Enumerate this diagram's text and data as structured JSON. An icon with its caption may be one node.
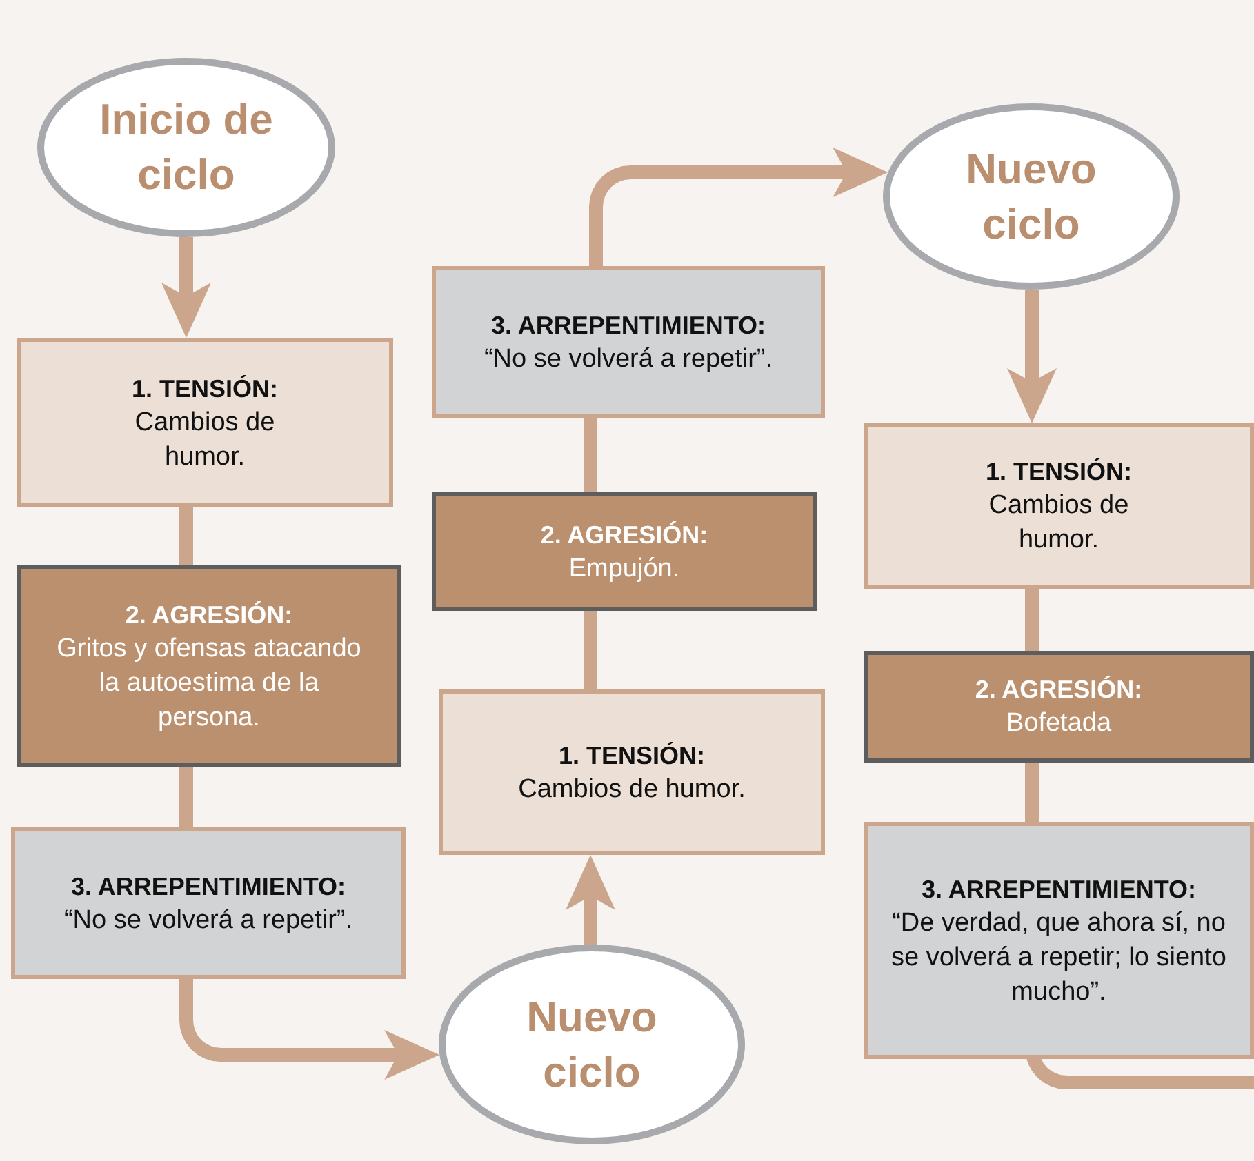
{
  "diagram": {
    "nodes": [
      {
        "text": [
          "Inicio de ciclo"
        ]
      },
      {
        "text": [
          "1. TENSIÓN:",
          "Cambios de humor."
        ]
      },
      {
        "text": [
          "2. AGRESIÓN:",
          "Gritos y ofensas atacando la autoestima de la persona."
        ]
      },
      {
        "text": [
          "3. ARREPENTIMIENTO:",
          "“No se volverá a repetir”."
        ]
      },
      {
        "text": [
          "Nuevo ciclo"
        ]
      },
      {
        "text": [
          "1. TENSIÓN:",
          "Cambios de humor."
        ]
      },
      {
        "text": [
          "2. AGRESIÓN:",
          "Empujón."
        ]
      },
      {
        "text": [
          "3. ARREPENTIMIENTO:",
          "“No se volverá a repetir”."
        ]
      },
      {
        "text": [
          "Nuevo ciclo"
        ]
      },
      {
        "text": [
          "1. TENSIÓN:",
          "Cambios de humor."
        ]
      },
      {
        "text": [
          "2. AGRESIÓN:",
          "Bofetada"
        ]
      },
      {
        "text": [
          "3. ARREPENTIMIENTO:",
          "“De verdad, que ahora sí, no se volverá a repetir; lo siento mucho”."
        ]
      }
    ],
    "edges": [
      {
        "from": 0,
        "to": 1,
        "arrow": "to"
      },
      {
        "from": 1,
        "to": 2,
        "arrow": "none"
      },
      {
        "from": 2,
        "to": 3,
        "arrow": "none"
      },
      {
        "from": 3,
        "to": 4,
        "arrow": "to"
      },
      {
        "from": 4,
        "to": 5,
        "arrow": "to"
      },
      {
        "from": 5,
        "to": 6,
        "arrow": "none"
      },
      {
        "from": 6,
        "to": 7,
        "arrow": "none"
      },
      {
        "from": 7,
        "to": 8,
        "arrow": "to"
      },
      {
        "from": 8,
        "to": 9,
        "arrow": "to"
      },
      {
        "from": 9,
        "to": 10,
        "arrow": "none"
      },
      {
        "from": 10,
        "to": 11,
        "arrow": "none"
      },
      {
        "from": 11,
        "to": null,
        "arrow": "none"
      }
    ]
  }
}
